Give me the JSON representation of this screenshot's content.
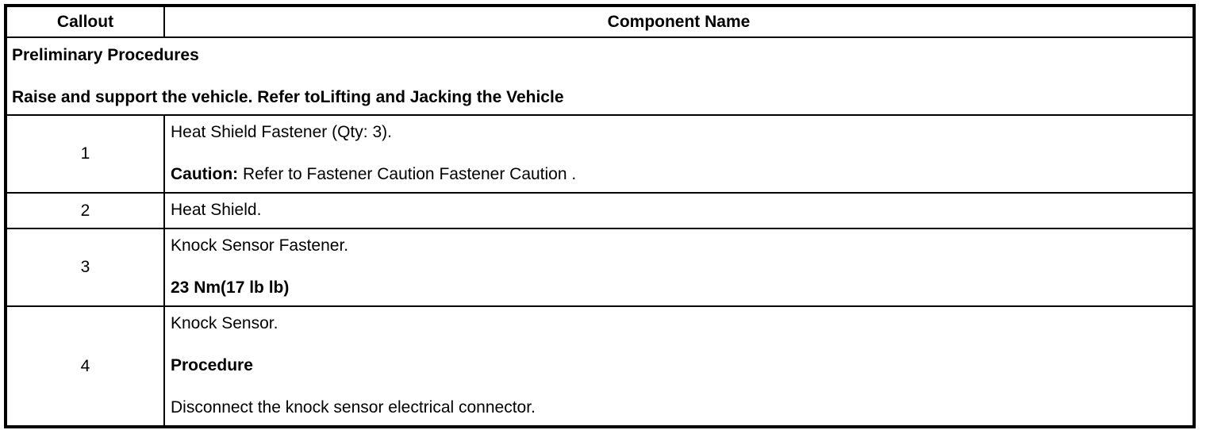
{
  "table": {
    "headers": [
      {
        "label": "Callout"
      },
      {
        "label": "Component Name"
      }
    ],
    "preliminary": {
      "lines": [
        "Preliminary Procedures",
        "Raise and support the vehicle. Refer toLifting and Jacking the Vehicle"
      ]
    },
    "rows": [
      {
        "callout": "1",
        "paragraphs": [
          {
            "bold": "",
            "text": "Heat Shield Fastener (Qty: 3)."
          },
          {
            "bold": "Caution:",
            "text": " Refer to Fastener Caution Fastener Caution ."
          }
        ]
      },
      {
        "callout": "2",
        "paragraphs": [
          {
            "bold": "",
            "text": "Heat Shield."
          }
        ]
      },
      {
        "callout": "3",
        "paragraphs": [
          {
            "bold": "",
            "text": "Knock Sensor Fastener."
          },
          {
            "bold": "23 Nm(17 lb lb)",
            "text": ""
          }
        ]
      },
      {
        "callout": "4",
        "paragraphs": [
          {
            "bold": "",
            "text": "Knock Sensor."
          },
          {
            "bold": "Procedure",
            "text": ""
          },
          {
            "bold": "",
            "text": "Disconnect the knock sensor electrical connector."
          }
        ]
      }
    ],
    "colors": {
      "border": "#000000",
      "background": "#ffffff",
      "text": "#000000"
    }
  }
}
